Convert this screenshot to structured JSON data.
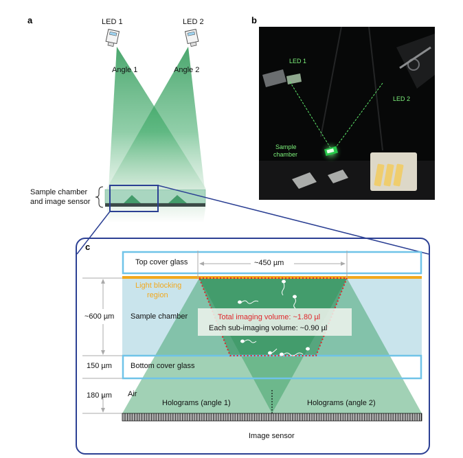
{
  "panel_a": {
    "letter": "a",
    "led1": "LED 1",
    "led2": "LED 2",
    "angle1": "Angle 1",
    "angle2": "Angle 2",
    "sample_label_line1": "Sample chamber",
    "sample_label_line2": "and image sensor"
  },
  "panel_b": {
    "letter": "b",
    "led1": "LED 1",
    "led2": "LED 2",
    "sample_line1": "Sample",
    "sample_line2": "chamber"
  },
  "panel_c": {
    "letter": "c",
    "top_cover": "Top cover glass",
    "width_dim": "~450 µm",
    "light_block_line1": "Light blocking",
    "light_block_line2": "region",
    "dim_600": "~600 µm",
    "sample_chamber": "Sample chamber",
    "total_volume": "Total imaging volume: ~1.80 µl",
    "sub_volume": "Each sub-imaging volume: ~0.90 µl",
    "dim_150": "150 µm",
    "bottom_cover": "Bottom cover glass",
    "dim_180": "180 µm",
    "air": "Air",
    "holo1": "Holograms (angle 1)",
    "holo2": "Holograms (angle 2)",
    "sensor": "Image sensor"
  },
  "colors": {
    "beam_green": "#1e9a55",
    "frame_blue": "#2b3f93",
    "glass_blue": "#6fc3e8",
    "chamber_fill": "#c9e4ec",
    "light_block_orange": "#f2a81d",
    "volume_red": "#e0262b",
    "photo_label_green": "#7cf07a"
  }
}
